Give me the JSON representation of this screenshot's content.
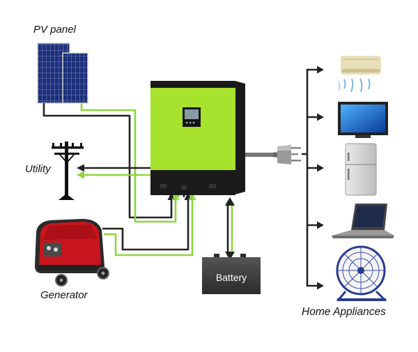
{
  "labels": {
    "pv_panel": "PV panel",
    "utility": "Utility",
    "generator": "Generator",
    "battery": "Battery",
    "home_appliances": "Home Appliances"
  },
  "colors": {
    "inverter_body": "#a6e22e",
    "inverter_dark": "#1a1a1a",
    "green_line": "#8cd63a",
    "dark_line": "#222222",
    "battery_body": "#3a3a3a",
    "generator_red": "#c8141e",
    "solar_blue": "#1d2f7a"
  },
  "icons": {
    "source_icons": [
      "solar-panel-icon",
      "utility-pole-icon",
      "generator-icon",
      "battery-icon"
    ],
    "appliance_icons": [
      "air-conditioner-icon",
      "television-icon",
      "refrigerator-icon",
      "laptop-icon",
      "fan-icon"
    ],
    "other_icons": [
      "hybrid-inverter-icon",
      "power-plug-icon"
    ]
  }
}
